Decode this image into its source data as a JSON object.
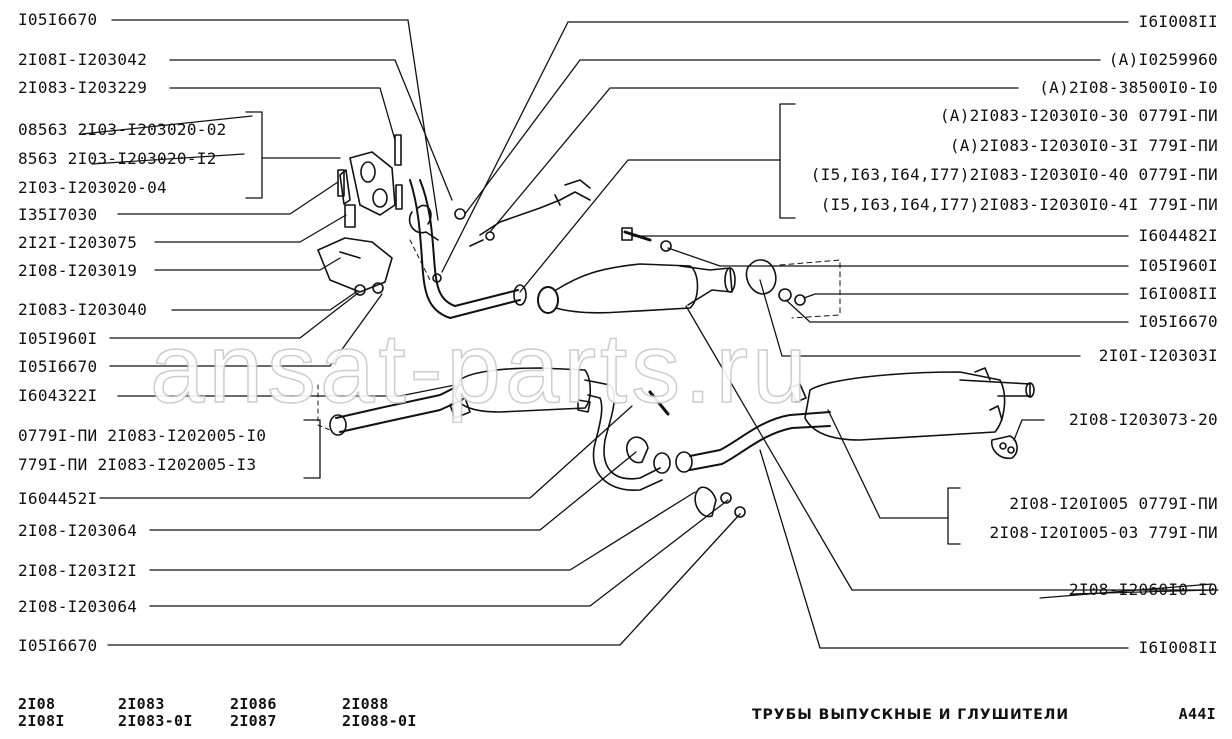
{
  "watermark": "ansat-parts.ru",
  "left_labels": [
    {
      "id": "l1",
      "text": "I05I6670"
    },
    {
      "id": "l2",
      "text": "2I08I-I203042"
    },
    {
      "id": "l3",
      "text": "2I083-I203229"
    },
    {
      "id": "l4",
      "text": "08563 2I03-I203020-02"
    },
    {
      "id": "l5",
      "text": "8563  2I03-I203020-I2"
    },
    {
      "id": "l6",
      "text": "2I03-I203020-04"
    },
    {
      "id": "l7",
      "text": "I35I7030"
    },
    {
      "id": "l8",
      "text": "2I2I-I203075"
    },
    {
      "id": "l9",
      "text": "2I08-I203019"
    },
    {
      "id": "l10",
      "text": "2I083-I203040"
    },
    {
      "id": "l11",
      "text": "I05I960I"
    },
    {
      "id": "l12",
      "text": "I05I6670"
    },
    {
      "id": "l13",
      "text": "I604322I"
    },
    {
      "id": "l14",
      "text": "0779I-ПИ 2I083-I202005-I0"
    },
    {
      "id": "l15",
      "text": "779I-ПИ  2I083-I202005-I3"
    },
    {
      "id": "l16",
      "text": "I604452I"
    },
    {
      "id": "l17",
      "text": "2I08-I203064"
    },
    {
      "id": "l18",
      "text": "2I08-I203I2I"
    },
    {
      "id": "l19",
      "text": "2I08-I203064"
    },
    {
      "id": "l20",
      "text": "I05I6670"
    }
  ],
  "right_labels": [
    {
      "id": "r1",
      "text": "I6I008II"
    },
    {
      "id": "r2",
      "text": "(A)I0259960"
    },
    {
      "id": "r3",
      "text": "(A)2I08-38500I0-I0"
    },
    {
      "id": "r4",
      "text": "(A)2I083-I2030I0-30 0779I-ПИ"
    },
    {
      "id": "r5",
      "text": "(A)2I083-I2030I0-3I  779I-ПИ"
    },
    {
      "id": "r6",
      "text": "(I5,I63,I64,I77)2I083-I2030I0-40 0779I-ПИ"
    },
    {
      "id": "r7",
      "text": "(I5,I63,I64,I77)2I083-I2030I0-4I  779I-ПИ"
    },
    {
      "id": "r8",
      "text": "I604482I"
    },
    {
      "id": "r9",
      "text": "I05I960I"
    },
    {
      "id": "r10",
      "text": "I6I008II"
    },
    {
      "id": "r11",
      "text": "I05I6670"
    },
    {
      "id": "r12",
      "text": "2I0I-I20303I"
    },
    {
      "id": "r13",
      "text": "2I08-I203073-20"
    },
    {
      "id": "r14",
      "text": "2I08-I20I005    0779I-ПИ"
    },
    {
      "id": "r15",
      "text": "2I08-I20I005-03 779I-ПИ"
    },
    {
      "id": "r16",
      "text": "2I08-I2060I0-I0"
    },
    {
      "id": "r17",
      "text": "I6I008II"
    }
  ],
  "footer": {
    "models": [
      {
        "a": "2I08",
        "b": "2I08I"
      },
      {
        "a": "2I083",
        "b": "2I083-0I"
      },
      {
        "a": "2I086",
        "b": "2I087"
      },
      {
        "a": "2I088",
        "b": "2I088-0I"
      }
    ],
    "title": "ТРУБЫ ВЫПУСКНЫЕ И ГЛУШИТЕЛИ",
    "page_code": "A44I"
  }
}
